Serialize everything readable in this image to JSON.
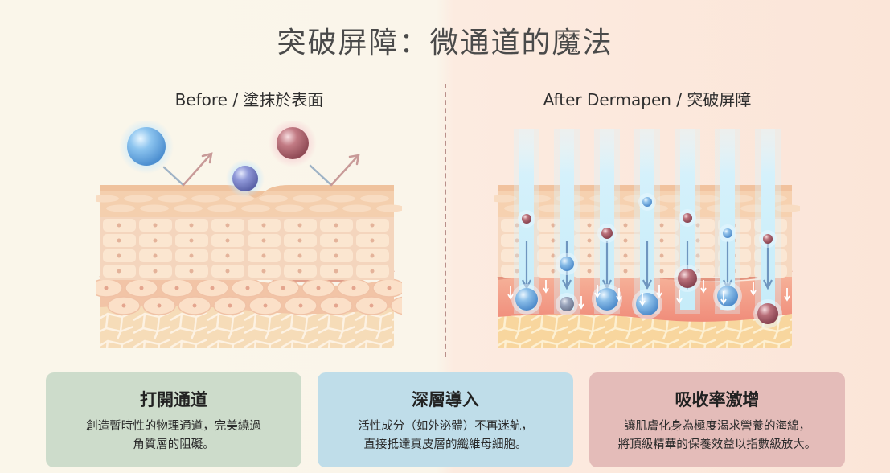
{
  "title": "突破屏障：微通道的魔法",
  "panels": {
    "before": {
      "label": "Before / 塗抹於表面"
    },
    "after": {
      "label": "After Dermapen / 突破屏障"
    }
  },
  "colors": {
    "card_green": "#cddccb",
    "card_blue": "#bfdde9",
    "card_pink": "#e4bcb9",
    "serum_blue": "#7fb6e6",
    "serum_red": "#b86a72",
    "channel": "#d6f0fa"
  },
  "cards": [
    {
      "title": "打開通道",
      "lines": [
        "創造暫時性的物理通道，完美繞過",
        "角質層的阻礙。"
      ]
    },
    {
      "title": "深層導入",
      "lines": [
        "活性成分（如外泌體）不再迷航，",
        "直接抵達真皮層的纖維母細胞。"
      ]
    },
    {
      "title": "吸收率激增",
      "lines": [
        "讓肌膚化身為極度渴求營養的海綿，",
        "將頂級精華的保養效益以指數級放大。"
      ]
    }
  ]
}
